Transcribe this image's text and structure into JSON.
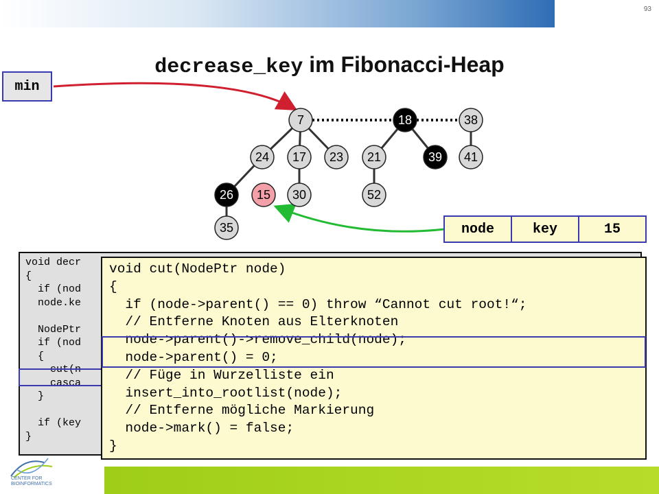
{
  "slide": {
    "page_number": "93",
    "title_code": "decrease_key",
    "title_rest": " im Fibonacci-Heap"
  },
  "min_label": "min",
  "heap_nodes": [
    {
      "id": "n7",
      "label": "7",
      "fill": "#d8d8d8",
      "text": "#000000"
    },
    {
      "id": "n18",
      "label": "18",
      "fill": "#000000",
      "text": "#ffffff"
    },
    {
      "id": "n38",
      "label": "38",
      "fill": "#d8d8d8",
      "text": "#000000"
    },
    {
      "id": "n24",
      "label": "24",
      "fill": "#d8d8d8",
      "text": "#000000"
    },
    {
      "id": "n17",
      "label": "17",
      "fill": "#d8d8d8",
      "text": "#000000"
    },
    {
      "id": "n23",
      "label": "23",
      "fill": "#d8d8d8",
      "text": "#000000"
    },
    {
      "id": "n21",
      "label": "21",
      "fill": "#d8d8d8",
      "text": "#000000"
    },
    {
      "id": "n39",
      "label": "39",
      "fill": "#000000",
      "text": "#ffffff"
    },
    {
      "id": "n41",
      "label": "41",
      "fill": "#d8d8d8",
      "text": "#000000"
    },
    {
      "id": "n26",
      "label": "26",
      "fill": "#000000",
      "text": "#ffffff"
    },
    {
      "id": "n15",
      "label": "15",
      "fill": "#f4a0a8",
      "text": "#000000"
    },
    {
      "id": "n30",
      "label": "30",
      "fill": "#d8d8d8",
      "text": "#000000"
    },
    {
      "id": "n52",
      "label": "52",
      "fill": "#d8d8d8",
      "text": "#000000"
    },
    {
      "id": "n35",
      "label": "35",
      "fill": "#d8d8d8",
      "text": "#000000"
    }
  ],
  "node_key_table": {
    "c1": "node",
    "c2": "key",
    "c3": "15"
  },
  "code_back": [
    "void decr",
    "{",
    "  if (nod",
    "  node.ke",
    "",
    "  NodePtr",
    "  if (nod",
    "  {",
    "    cut(n",
    "    casca",
    "  }",
    "",
    "  if (key",
    "}"
  ],
  "code_front": [
    "void cut(NodePtr node)",
    "{",
    "  if (node->parent() == 0) throw “Cannot cut root!“;",
    "  // Entferne Knoten aus Elterknoten",
    "  node->parent()->remove_child(node);",
    "  node->parent() = 0;",
    "  // Füge in Wurzelliste ein",
    "  insert_into_rootlist(node);",
    "  // Entferne mögliche Markierung",
    "  node->mark() = false;",
    "}"
  ],
  "logo": {
    "line1": "CENTER FOR",
    "line2": "BIOINFORMATICS"
  },
  "colors": {
    "highlight": "#3a3ab0",
    "arrow_red": "#d02030",
    "arrow_green": "#22bb33",
    "accent_green": "#9fce18",
    "blue": "#2f6db5"
  }
}
